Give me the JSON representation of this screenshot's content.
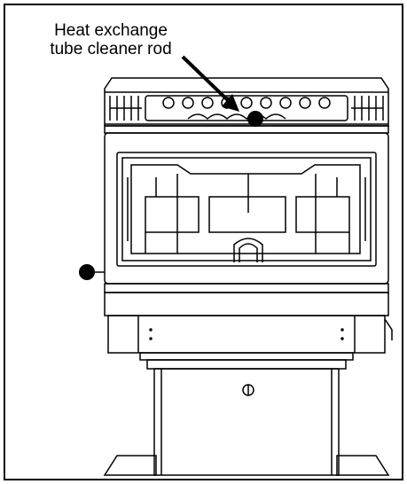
{
  "callout": {
    "line1": "Heat exchange",
    "line2": "tube cleaner rod"
  },
  "colors": {
    "line": "#000000",
    "background": "#ffffff"
  },
  "markers": {
    "rod_marker": "filled-dot",
    "side_marker": "filled-dot"
  },
  "icons": {
    "door_handle": "circle-slot-icon"
  }
}
